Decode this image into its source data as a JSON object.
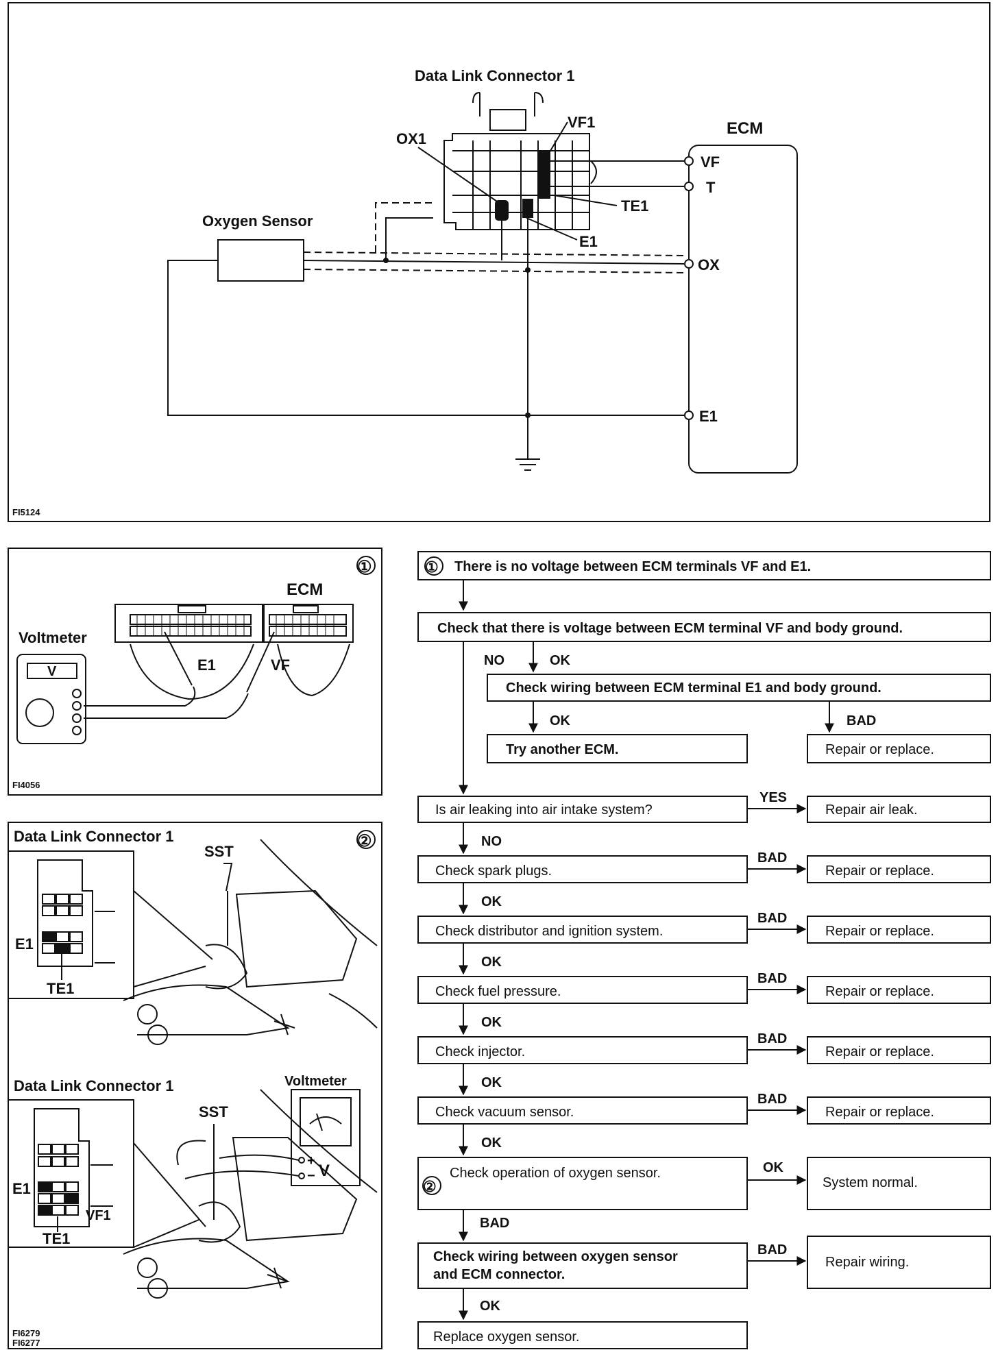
{
  "wiring": {
    "figure_code": "FI5124",
    "dlc_title": "Data Link Connector 1",
    "ecm_label": "ECM",
    "oxygen_sensor_label": "Oxygen Sensor",
    "dlc_pins": {
      "ox1": "OX1",
      "vf1": "VF1",
      "te1": "TE1",
      "e1": "E1"
    },
    "ecm_terminals": {
      "vf": "VF",
      "t": "T",
      "ox": "OX",
      "e1": "E1"
    }
  },
  "panel1": {
    "number": "①",
    "ecm_label": "ECM",
    "voltmeter_label": "Voltmeter",
    "meter_face": "V",
    "probe_e1": "E1",
    "probe_vf": "VF",
    "figure_code": "FI4056"
  },
  "panel2": {
    "number": "②",
    "top_dlc_label": "Data Link Connector 1",
    "top_sst": "SST",
    "top_e1": "E1",
    "top_te1": "TE1",
    "bottom_dlc_label": "Data Link Connector 1",
    "bottom_sst": "SST",
    "voltmeter_label": "Voltmeter",
    "meter_v": "V",
    "meter_plus": "+",
    "meter_minus": "−",
    "bottom_e1": "E1",
    "bottom_vf1": "VF1",
    "bottom_te1": "TE1",
    "figure_code_1": "FI6279",
    "figure_code_2": "FI6277"
  },
  "flowchart": {
    "start_number": "①",
    "start": "There is no voltage between ECM terminals VF and E1.",
    "check_vf_ground": "Check that there is voltage between ECM terminal VF and body ground.",
    "no_label": "NO",
    "ok_label": "OK",
    "check_e1_ground": "Check wiring between ECM terminal E1 and body ground.",
    "ok_label_2": "OK",
    "bad_label_2": "BAD",
    "try_ecm": "Try another ECM.",
    "repair_replace_1": "Repair or replace.",
    "air_leak_question": "Is air leaking into air intake system?",
    "yes_label": "YES",
    "repair_air_leak": "Repair air leak.",
    "no_label_2": "NO",
    "steps": [
      {
        "check": "Check spark plugs.",
        "branch": "BAD",
        "result": "Repair or replace.",
        "next": "OK"
      },
      {
        "check": "Check distributor and ignition system.",
        "branch": "BAD",
        "result": "Repair or replace.",
        "next": "OK"
      },
      {
        "check": "Check fuel pressure.",
        "branch": "BAD",
        "result": "Repair or replace.",
        "next": "OK"
      },
      {
        "check": "Check injector.",
        "branch": "BAD",
        "result": "Repair or replace.",
        "next": "OK"
      },
      {
        "check": "Check vacuum sensor.",
        "branch": "BAD",
        "result": "Repair or replace.",
        "next": "OK"
      }
    ],
    "o2_number": "②",
    "check_o2": "Check operation of oxygen sensor.",
    "o2_ok": "OK",
    "system_normal": "System normal.",
    "o2_bad": "BAD",
    "check_wiring_line1": "Check wiring between oxygen sensor",
    "check_wiring_line2": "and ECM connector.",
    "wiring_bad": "BAD",
    "repair_wiring": "Repair wiring.",
    "wiring_ok": "OK",
    "replace_o2": "Replace oxygen sensor."
  }
}
